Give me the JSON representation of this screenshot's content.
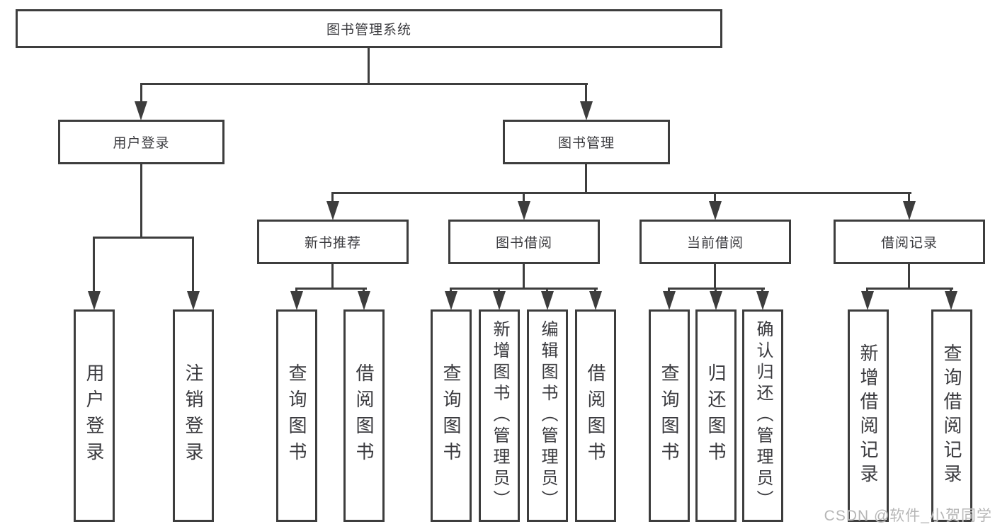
{
  "diagram": {
    "title_node": {
      "label": "图书管理系统"
    },
    "branches": [
      {
        "label": "用户登录",
        "children": [
          {
            "label": "用户登录"
          },
          {
            "label": "注销登录"
          }
        ]
      },
      {
        "label": "图书管理",
        "children": [
          {
            "label": "新书推荐",
            "children": [
              {
                "label": "查询图书"
              },
              {
                "label": "借阅图书"
              }
            ]
          },
          {
            "label": "图书借阅",
            "children": [
              {
                "label": "查询图书"
              },
              {
                "label": "新增图书（管理员）"
              },
              {
                "label": "编辑图书（管理员）"
              },
              {
                "label": "借阅图书"
              }
            ]
          },
          {
            "label": "当前借阅",
            "children": [
              {
                "label": "查询图书"
              },
              {
                "label": "归还图书"
              },
              {
                "label": "确认归还（管理员）"
              }
            ]
          },
          {
            "label": "借阅记录",
            "children": [
              {
                "label": "新增借阅记录"
              },
              {
                "label": "查询借阅记录"
              }
            ]
          }
        ]
      }
    ]
  },
  "watermark": {
    "text": "CSDN @软件_小贺同学",
    "color": "#b6b6b6"
  },
  "colors": {
    "line": "#3d3d3d",
    "box_background": "#ffffff",
    "text": "#3a3a3e"
  }
}
